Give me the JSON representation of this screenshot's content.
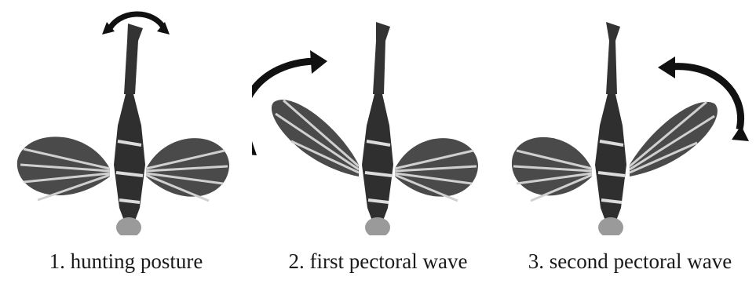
{
  "panels": [
    {
      "caption": "1. hunting posture",
      "pose": "neutral",
      "arrow": "head-swing"
    },
    {
      "caption": "2. first pectoral wave",
      "pose": "left-raised",
      "arrow": "left-sweep"
    },
    {
      "caption": "3. second pectoral wave",
      "pose": "right-raised",
      "arrow": "right-sweep"
    }
  ],
  "colors": {
    "ink": "#111111",
    "fin_dark": "#2f2f2f",
    "fin_light": "#cfcfcf",
    "background": "#ffffff"
  }
}
